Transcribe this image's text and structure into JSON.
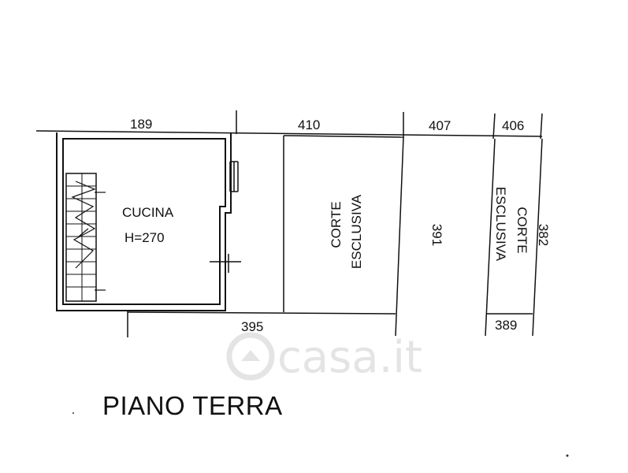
{
  "floor_title": "PIANO TERRA",
  "watermark": "casa.it",
  "rooms": {
    "kitchen": {
      "name": "CUCINA",
      "height": "H=270"
    },
    "court_1": {
      "line1": "CORTE",
      "line2": "ESCLUSIVA"
    },
    "court_2": {
      "line1": "CORTE",
      "line2": "ESCLUSIVA"
    }
  },
  "dimensions": {
    "top_1": "189",
    "top_2": "410",
    "top_3": "407",
    "top_4": "406",
    "bottom_1": "395",
    "bottom_2": "389",
    "side_1": "391",
    "side_2": "382"
  }
}
